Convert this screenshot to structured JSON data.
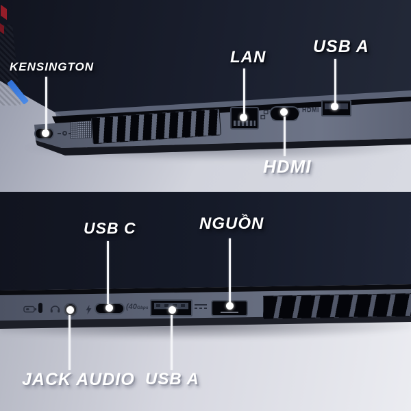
{
  "annotations": {
    "top_panel": {
      "kensington": "KENSINGTON",
      "lan": "LAN",
      "usb_a": "USB A",
      "hdmi": "HDMI"
    },
    "bottom_panel": {
      "usb_c": "USB C",
      "nguon": "NGUỒN",
      "jack_audio": "JACK AUDIO",
      "usb_a": "USB A"
    }
  },
  "engravings": {
    "hdmi_port": "HDMI",
    "usb_c_speed_value": "(40",
    "usb_c_speed_unit": "Gbps"
  },
  "colors": {
    "label_text": "#ffffff",
    "callout_line": "#f4f5f8",
    "lid_navy": "#151a28",
    "body_gray": "#5d6476",
    "desk_light": "#d3d5de",
    "accent_blue_tag": "#2f6fd6",
    "accent_red": "#b51f2c"
  }
}
